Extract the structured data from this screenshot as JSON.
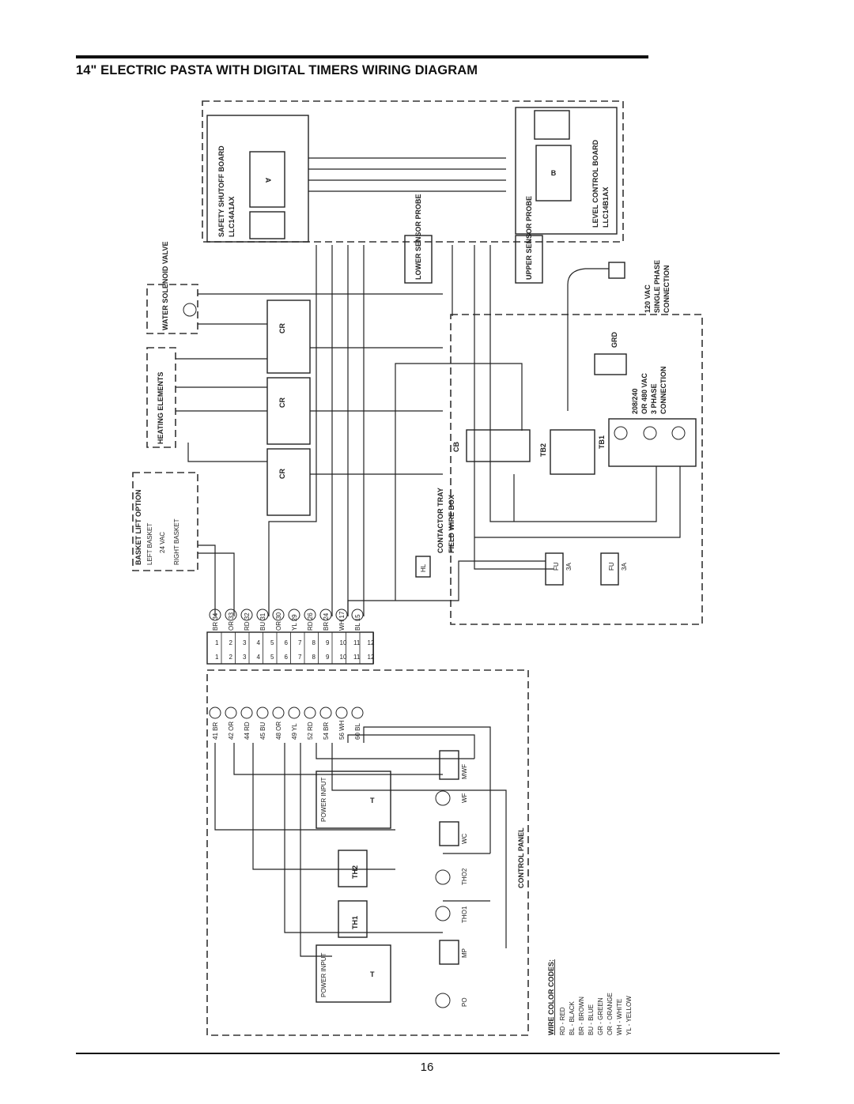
{
  "header": {
    "title": "14\" ELECTRIC PASTA WITH DIGITAL TIMERS WIRING DIAGRAM"
  },
  "footer": {
    "page_number": "16"
  },
  "diagram": {
    "safety_board": {
      "name": "SAFETY SHUTOFF BOARD",
      "part": "LLC14A1AX",
      "transformer": "A"
    },
    "level_board": {
      "name": "LEVEL CONTROL BOARD",
      "part": "LLC14B1AX",
      "transformer": "B"
    },
    "lower_probe": "LOWER SENSOR PROBE",
    "upper_probe": "UPPER SENSOR PROBE",
    "water_valve": "WATER SOLENOID VALVE",
    "heating": "HEATING ELEMENTS",
    "basket_lift": {
      "title": "BASKET LIFT OPTION",
      "left": "LEFT BASKET",
      "vac": "24 VAC",
      "right": "RIGHT BASKET"
    },
    "contactor_tray": "CONTACTOR TRAY",
    "field_wire_box": "FIELD WIRE BOX",
    "control_panel": "CONTROL PANEL",
    "cord": {
      "line1": "120 VAC",
      "line2": "SINGLE PHASE",
      "line3": "CONNECTION"
    },
    "three_phase": {
      "line1": "208/240",
      "line2": "OR 480 VAC",
      "line3": "3 PHASE",
      "line4": "CONNECTION"
    },
    "components": {
      "cr": "CR",
      "cb": "CB",
      "tb1": "TB1",
      "tb2": "TB2",
      "hl": "HL",
      "fu": "FU",
      "fu_rating": "3A",
      "grd": "GRD",
      "th1": "TH1",
      "th2": "TH2",
      "tho1": "THO1",
      "tho2": "THO2",
      "mp": "MP",
      "po": "PO",
      "wc": "WC",
      "wf": "WF",
      "mwf": "MWF",
      "t": "T",
      "power_input": "POWER INPUT"
    },
    "color_codes": {
      "title": "WIRE COLOR CODES:",
      "items": [
        "RD - RED",
        "BL - BLACK",
        "BR - BROWN",
        "BU - BLUE",
        "GR - GREEN",
        "OR - ORANGE",
        "WH - WHITE",
        "YL - YELLOW"
      ]
    },
    "terminal_strip": [
      "1",
      "2",
      "3",
      "4",
      "5",
      "6",
      "7",
      "8",
      "9",
      "10",
      "11",
      "12"
    ],
    "wire_labels_top": [
      "BR 34",
      "OR 33",
      "RD 32",
      "BU 31",
      "OR 30",
      "YL 29",
      "RD 26",
      "BR 24",
      "WH 17",
      "BL 15"
    ],
    "wire_labels_bottom": [
      "41 BR",
      "42 OR",
      "44 RD",
      "45 BU",
      "48 OR",
      "49 YL",
      "52 RD",
      "54 BR",
      "56 WH",
      "60 BL"
    ]
  }
}
